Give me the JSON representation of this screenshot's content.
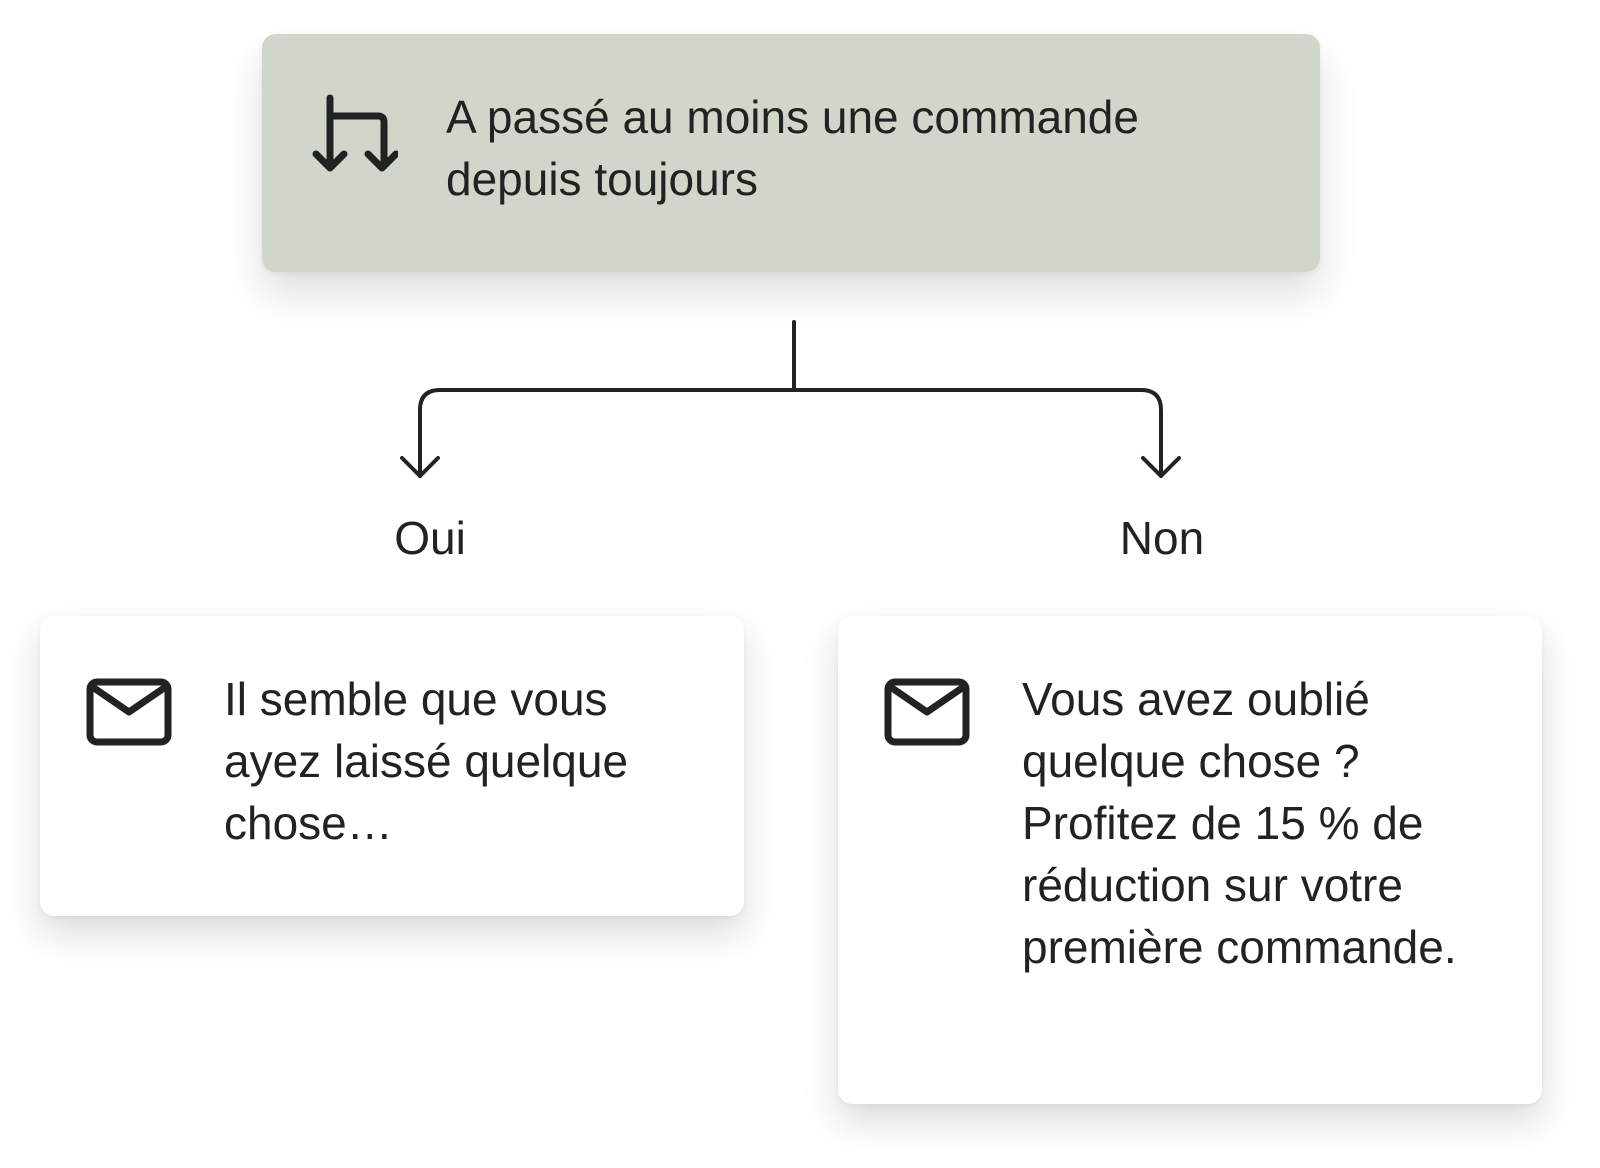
{
  "condition": {
    "icon": "split-arrows-icon",
    "text": "A passé au moins une commande depuis toujours",
    "background": "#d0d7ca"
  },
  "branches": {
    "yes_label": "Oui",
    "no_label": "Non"
  },
  "actions": {
    "yes": {
      "icon": "envelope-icon",
      "text": "Il semble que vous ayez laissé quelque chose…"
    },
    "no": {
      "icon": "envelope-icon",
      "text": "Vous avez oublié quelque chose ? Profitez de 15 % de réduction sur votre première commande."
    }
  }
}
